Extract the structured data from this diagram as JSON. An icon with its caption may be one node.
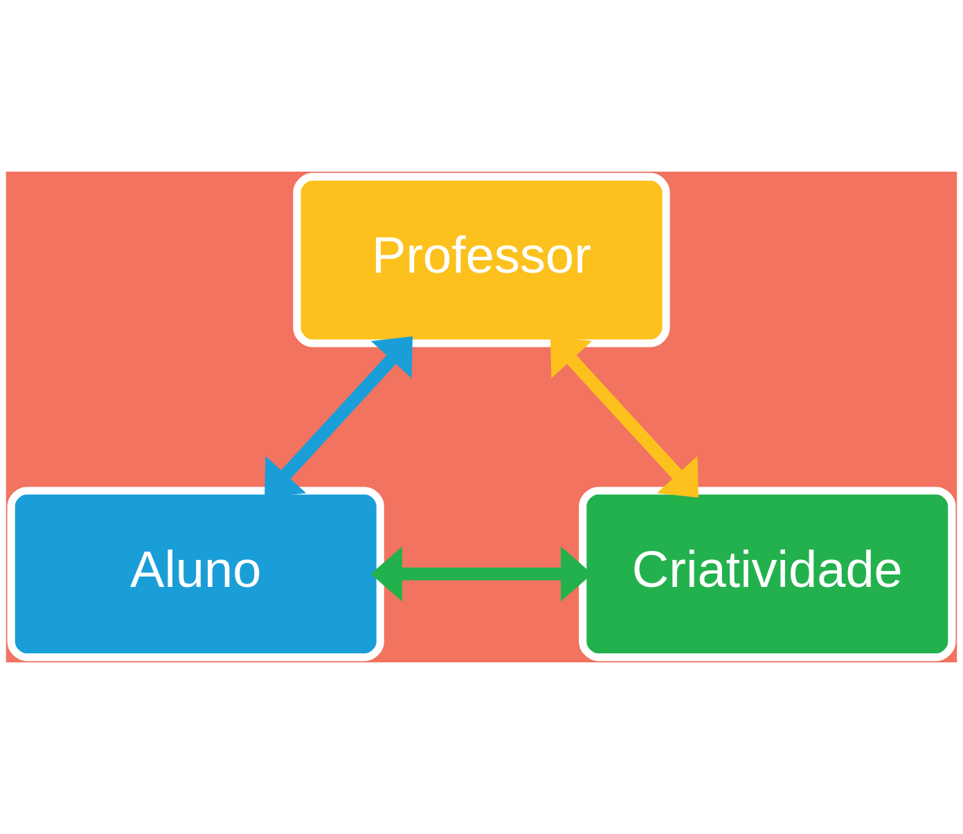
{
  "diagram": {
    "nodes": [
      {
        "text": [
          "Professor"
        ]
      },
      {
        "text": [
          "Aluno"
        ]
      },
      {
        "text": [
          "Criatividade"
        ]
      }
    ],
    "edges": [
      {
        "from": 0,
        "to": 1,
        "arrow": "both",
        "color": "#1a9ed8"
      },
      {
        "from": 0,
        "to": 2,
        "arrow": "both",
        "color": "#fdc11e"
      },
      {
        "from": 1,
        "to": 2,
        "arrow": "both",
        "color": "#23b14d"
      }
    ]
  }
}
